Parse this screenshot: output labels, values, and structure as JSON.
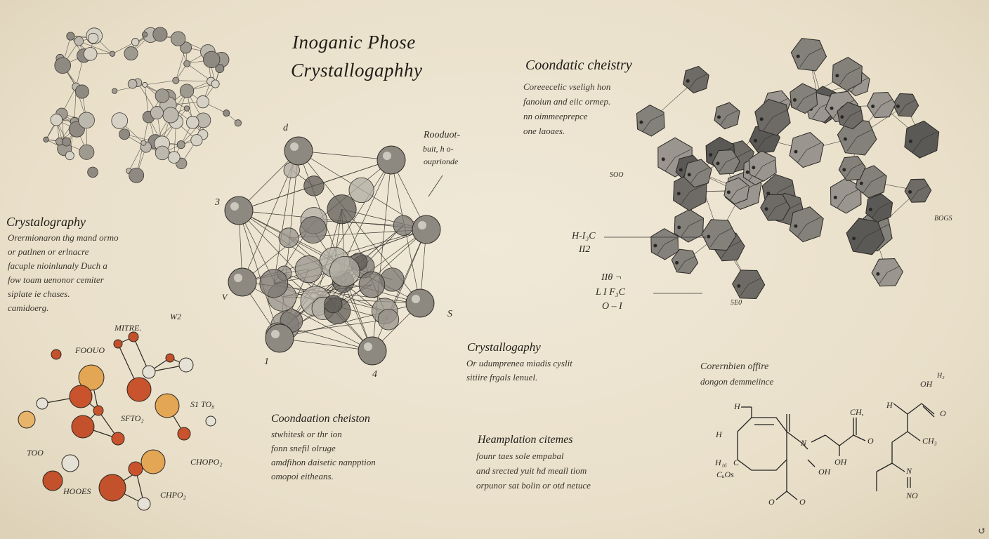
{
  "title": {
    "line1": "Inoganic Phose",
    "line2": "Crystallogaphhy"
  },
  "left_section": {
    "heading": "Crystalography",
    "body_lines": [
      "Orermionaron thg mand ormo",
      "or patlnen or erlnacre",
      "facuple nioinlunaly Duch a",
      "fow toam uenonor cemiter",
      "siplate ie chases.",
      "camidoerg."
    ]
  },
  "center_molecule": {
    "labels": {
      "top": "d",
      "left": "3",
      "bottom": "1",
      "right": "S",
      "bottom_right": "4",
      "left_small": "V"
    },
    "annotation_lines": [
      "Rooduot-",
      "buit, h o-",
      "ouprionde"
    ]
  },
  "left_bottom_molecule": {
    "labels": {
      "top_a": "MITRE.",
      "top_b": "W2",
      "upper_left": "FOOUO",
      "mid": "SFTO₂",
      "right_top": "S1 TO₈",
      "left": "TOO",
      "bottom_left": "HOOES",
      "bottom_mid": "CHPO₂",
      "right_bottom": "CHOPO₂"
    }
  },
  "top_right_text": {
    "heading": "Coondatic cheistry",
    "body_lines": [
      "Coreeecelic vseligh hon",
      "fanoiun and eiic ormep.",
      "nn oimmeeprepce",
      "one laoaes."
    ]
  },
  "right_cluster": {
    "labels": {
      "a": "H-I₃C",
      "b": "II2",
      "c": "IIθ ¬",
      "d": "L I F₃C",
      "e": "O – I",
      "f": "SOO",
      "g": "BOGS",
      "h": "5E0"
    }
  },
  "mid_text": {
    "heading": "Crystallogaphy",
    "body_lines": [
      "Or udumprenea miadis cyslit",
      "sitiire frgals lenuel."
    ]
  },
  "bottom_left_text": {
    "heading": "Coondaation cheiston",
    "body_lines": [
      "stwhitesk or thr ion",
      "fonn snefil olruge",
      "amdfihon daisetic nanpption",
      "omopoi eitheans."
    ]
  },
  "bottom_mid_text": {
    "heading": "Heamplation citemes",
    "body_lines": [
      "founr taes sole empabal",
      "and srected yuit hd meall tiom",
      "orpunor sat bolin or otd netuce"
    ]
  },
  "bottom_right_text": {
    "heading_lines": [
      "Corernbien offire",
      "dongon demmeiince"
    ]
  },
  "structural_formula": {
    "labels": {
      "h1": "H",
      "h2": "H",
      "h3": "H₁₆",
      "c1": "C",
      "cos": "CᵤOs",
      "n": "N",
      "oh1": "OH",
      "o1": "O",
      "o2": "O",
      "ch": "CH,",
      "o3": "O",
      "oh2": "OH",
      "h4": "H",
      "h3b": "H₃",
      "o4": "O",
      "ch3": "CH₃",
      "n2": "N",
      "noo": "NO"
    }
  },
  "corner_mark": "↺"
}
